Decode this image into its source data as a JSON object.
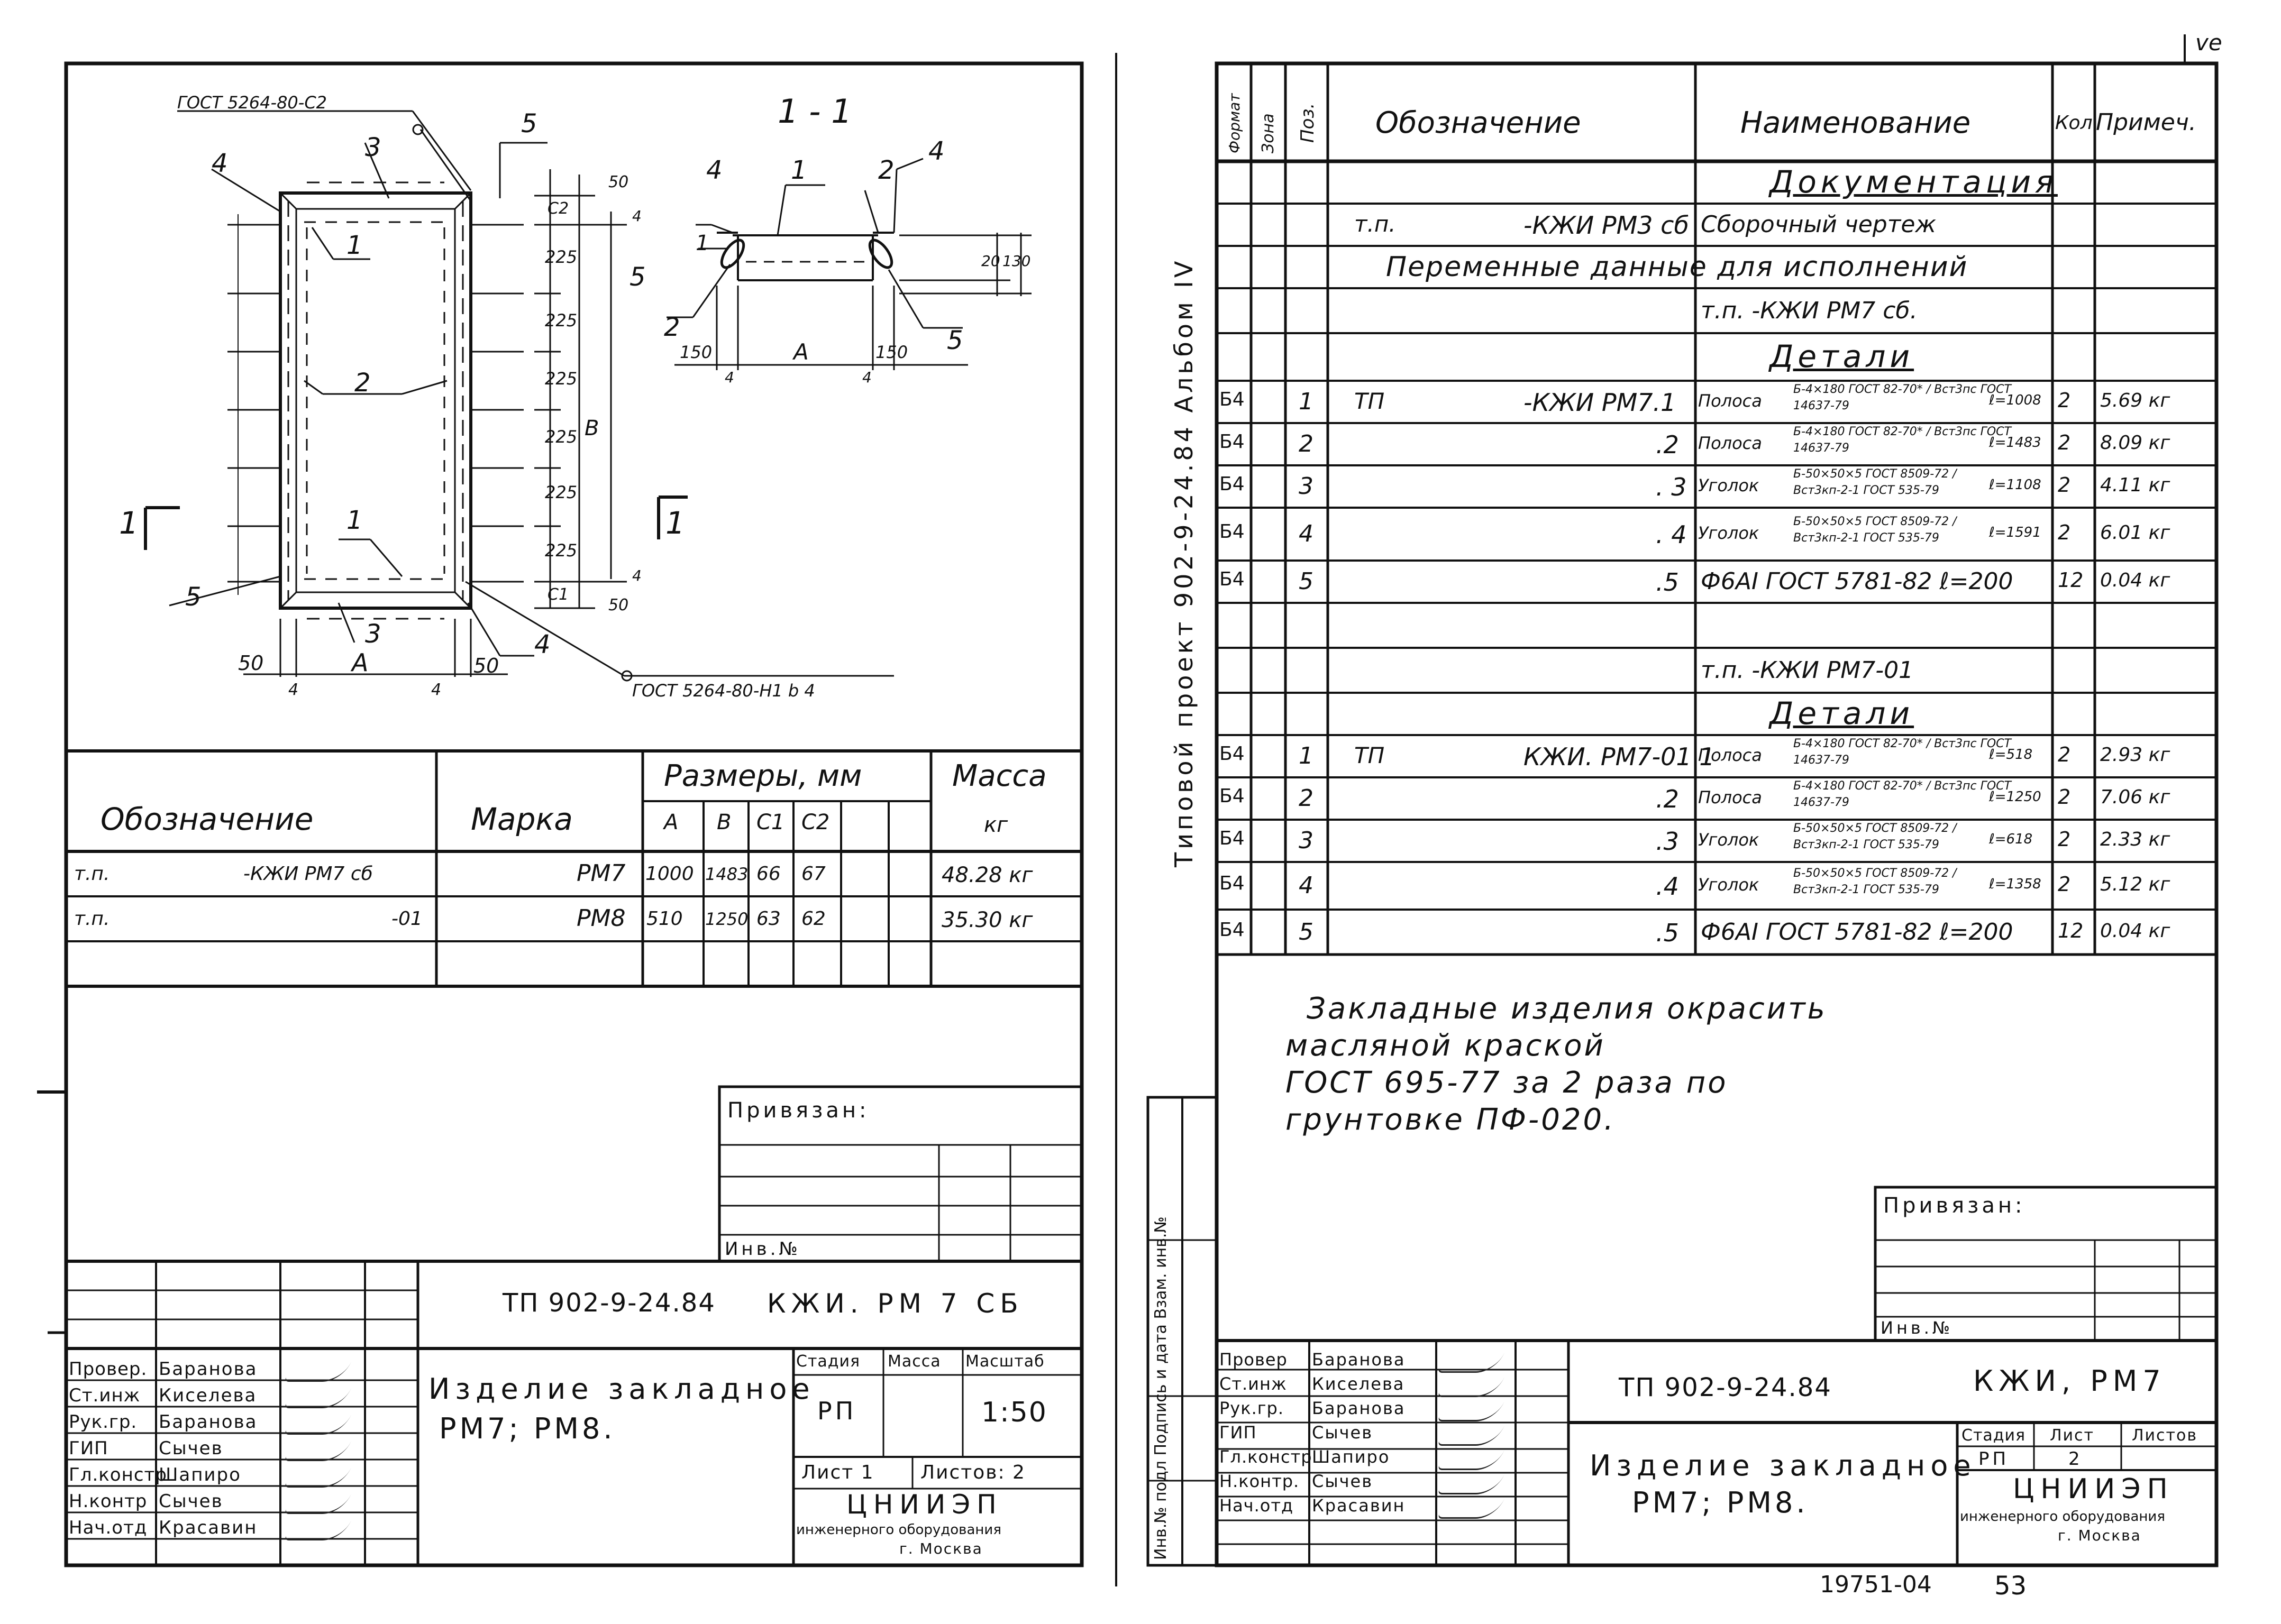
{
  "corner_mark": "ve",
  "footer": {
    "inventory": "19751-04",
    "page": "53"
  },
  "left": {
    "drawing": {
      "gost_top": "ГОСТ 5264-80-С2",
      "gost_bottom": "ГОСТ 5264-80-Н1 b 4",
      "section_title": "1 - 1",
      "section_mark": "1",
      "leaders": [
        "1",
        "1",
        "1",
        "1",
        "2",
        "2",
        "2",
        "3",
        "3",
        "4",
        "4",
        "4",
        "4",
        "5",
        "5",
        "5",
        "5"
      ],
      "dims_right": [
        "50",
        "4",
        "С2",
        "225",
        "225",
        "225",
        "225",
        "225",
        "225",
        "С1",
        "4",
        "50"
      ],
      "dim_b": "В",
      "dim_a": "А",
      "dims_bottom": [
        "50",
        "50",
        "4",
        "4"
      ],
      "section_dims": [
        "150",
        "150",
        "4",
        "4",
        "20",
        "130",
        "А"
      ]
    },
    "table": {
      "headers": {
        "designation": "Обозначение",
        "mark": "Марка",
        "sizes": "Размеры, мм",
        "a": "А",
        "b": "В",
        "c1": "С1",
        "c2": "С2",
        "mass": "Масса",
        "unit": "кг"
      },
      "rows": [
        {
          "prefix": "т.п.",
          "designation": "-КЖИ РМ7 сб",
          "mark": "РМ7",
          "a": "1000",
          "b": "1483",
          "c1": "66",
          "c2": "67",
          "mass": "48.28 кг"
        },
        {
          "prefix": "т.п.",
          "designation": "-01",
          "mark": "РМ8",
          "a": "510",
          "b": "1250",
          "c1": "63",
          "c2": "62",
          "mass": "35.30 кг"
        }
      ]
    },
    "privyazan": "Привязан:",
    "inv": "Инв.№",
    "stamp": {
      "code": "ТП 902-9-24.84",
      "mark": "КЖИ. РМ 7 СБ",
      "title1": "Изделие закладное",
      "title2": "РМ7; РМ8.",
      "stage_h": "Стадия",
      "mass_h": "Масса",
      "scale_h": "Масштаб",
      "stage": "РП",
      "scale": "1:50",
      "sheet": "Лист 1",
      "sheets": "Листов: 2",
      "org": "ЦНИИЭП",
      "org_sub": "инженерного оборудования",
      "city": "г. Москва",
      "people": [
        {
          "role": "Провер.",
          "name": "Баранова"
        },
        {
          "role": "Ст.инж",
          "name": "Киселева"
        },
        {
          "role": "Рук.гр.",
          "name": "Баранова"
        },
        {
          "role": "ГИП",
          "name": "Сычев"
        },
        {
          "role": "Гл.констр",
          "name": "Шапиро"
        },
        {
          "role": "Н.контр",
          "name": "Сычев"
        },
        {
          "role": "Нач.отд",
          "name": "Красавин"
        }
      ]
    }
  },
  "right": {
    "side_title": "Типовой проект 902-9-24.84 Альбом IV",
    "side_stamp": "Инв.№ подл   Подпись и дата   Взам. инв.№",
    "headers": {
      "format": "Формат",
      "zone": "Зона",
      "pos": "Поз.",
      "designation": "Обозначение",
      "name": "Наименование",
      "qty": "Кол.",
      "note": "Примеч."
    },
    "rows": [
      {
        "name": "Документация",
        "type": "section"
      },
      {
        "desig_pre": "т.п.",
        "desig": "-КЖИ РМ3 сб",
        "name": "Сборочный чертеж"
      },
      {
        "desig": "Переменные данные для исполнений",
        "type": "wide"
      },
      {
        "name": "т.п.           -КЖИ РМ7 сб."
      },
      {
        "name": "Детали",
        "type": "section"
      },
      {
        "fmt": "Б4",
        "pos": "1",
        "desig_pre": "ТП",
        "desig": "-КЖИ РМ7.1",
        "name": "Полоса",
        "spec": "Б-4×180 ГОСТ 82-70* / Вст3пс ГОСТ 14637-79",
        "len": "ℓ=1008",
        "qty": "2",
        "note": "5.69 кг"
      },
      {
        "fmt": "Б4",
        "pos": "2",
        "desig": ".2",
        "name": "Полоса",
        "spec": "Б-4×180 ГОСТ 82-70* / Вст3пс ГОСТ 14637-79",
        "len": "ℓ=1483",
        "qty": "2",
        "note": "8.09 кг"
      },
      {
        "fmt": "Б4",
        "pos": "3",
        "desig": ". 3",
        "name": "Уголок",
        "spec": "Б-50×50×5 ГОСТ 8509-72 / Вст3кп-2-1 ГОСТ 535-79",
        "len": "ℓ=1108",
        "qty": "2",
        "note": "4.11 кг"
      },
      {
        "fmt": "Б4",
        "pos": "4",
        "desig": ". 4",
        "name": "Уголок",
        "spec": "Б-50×50×5 ГОСТ 8509-72 / Вст3кп-2-1 ГОСТ 535-79",
        "len": "ℓ=1591",
        "qty": "2",
        "note": "6.01 кг"
      },
      {
        "fmt": "Б4",
        "pos": "5",
        "desig": ".5",
        "name": "Ф6АI ГОСТ 5781-82  ℓ=200",
        "qty": "12",
        "note": "0.04 кг"
      },
      {},
      {
        "name": "т.п.           -КЖИ РМ7-01"
      },
      {
        "name": "Детали",
        "type": "section"
      },
      {
        "fmt": "Б4",
        "pos": "1",
        "desig_pre": "ТП",
        "desig": "КЖИ. РМ7-01 1",
        "name": "Полоса",
        "spec": "Б-4×180 ГОСТ 82-70* / Вст3пс ГОСТ 14637-79",
        "len": "ℓ=518",
        "qty": "2",
        "note": "2.93 кг"
      },
      {
        "fmt": "Б4",
        "pos": "2",
        "desig": ".2",
        "name": "Полоса",
        "spec": "Б-4×180 ГОСТ 82-70* / Вст3пс ГОСТ 14637-79",
        "len": "ℓ=1250",
        "qty": "2",
        "note": "7.06 кг"
      },
      {
        "fmt": "Б4",
        "pos": "3",
        "desig": ".3",
        "name": "Уголок",
        "spec": "Б-50×50×5 ГОСТ 8509-72 / Вст3кп-2-1 ГОСТ 535-79",
        "len": "ℓ=618",
        "qty": "2",
        "note": "2.33 кг"
      },
      {
        "fmt": "Б4",
        "pos": "4",
        "desig": ".4",
        "name": "Уголок",
        "spec": "Б-50×50×5 ГОСТ 8509-72 / Вст3кп-2-1 ГОСТ 535-79",
        "len": "ℓ=1358",
        "qty": "2",
        "note": "5.12 кг"
      },
      {
        "fmt": "Б4",
        "pos": "5",
        "desig": ".5",
        "name": "Ф6АI ГОСТ 5781-82  ℓ=200",
        "qty": "12",
        "note": "0.04 кг"
      }
    ],
    "notes": [
      "Закладные изделия окрасить",
      "масляной краской",
      "ГОСТ 695-77 за 2 раза по",
      "грунтовке ПФ-020."
    ],
    "privyazan": "Привязан:",
    "inv": "Инв.№",
    "stamp": {
      "code": "ТП 902-9-24.84",
      "mark": "КЖИ, РМ7",
      "title1": "Изделие закладное",
      "title2": "РМ7; РМ8.",
      "stage_h": "Стадия",
      "sheet_h": "Лист",
      "sheets_h": "Листов",
      "stage": "РП",
      "sheet": "2",
      "org": "ЦНИИЭП",
      "org_sub": "инженерного оборудования",
      "city": "г. Москва",
      "people": [
        {
          "role": "Провер",
          "name": "Баранова"
        },
        {
          "role": "Ст.инж",
          "name": "Киселева"
        },
        {
          "role": "Рук.гр.",
          "name": "Баранова"
        },
        {
          "role": "ГИП",
          "name": "Сычев"
        },
        {
          "role": "Гл.констр",
          "name": "Шапиро"
        },
        {
          "role": "Н.контр.",
          "name": "Сычев"
        },
        {
          "role": "Нач.отд",
          "name": "Красавин"
        }
      ]
    }
  }
}
